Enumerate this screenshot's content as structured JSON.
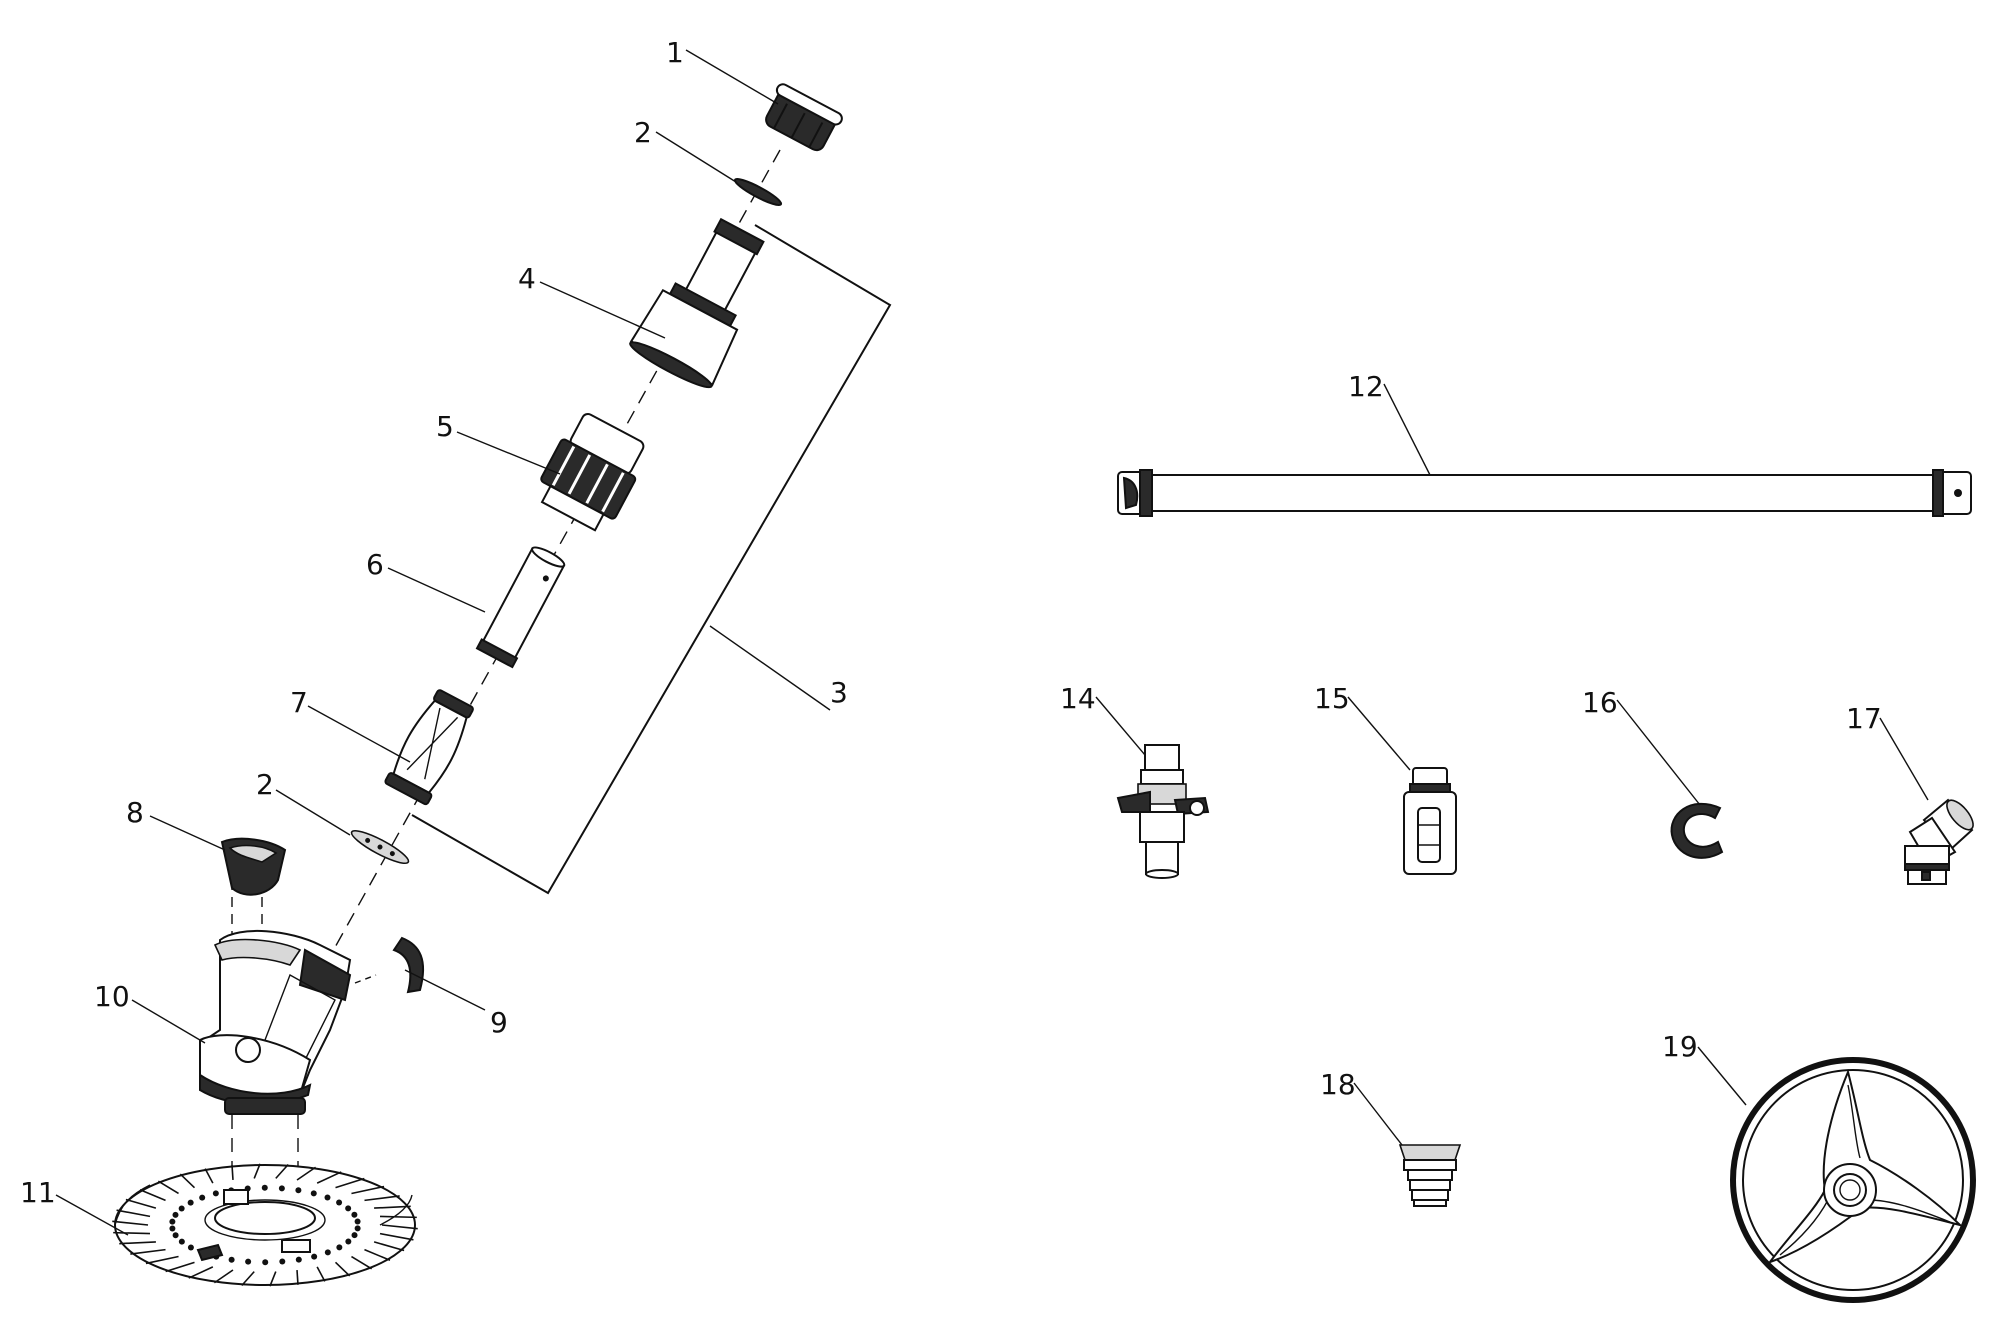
{
  "diagram": {
    "callouts": [
      {
        "id": "1",
        "label": "1"
      },
      {
        "id": "2a",
        "label": "2"
      },
      {
        "id": "2b",
        "label": "2"
      },
      {
        "id": "3",
        "label": "3"
      },
      {
        "id": "4",
        "label": "4"
      },
      {
        "id": "5",
        "label": "5"
      },
      {
        "id": "6",
        "label": "6"
      },
      {
        "id": "7",
        "label": "7"
      },
      {
        "id": "8",
        "label": "8"
      },
      {
        "id": "9",
        "label": "9"
      },
      {
        "id": "10",
        "label": "10"
      },
      {
        "id": "11",
        "label": "11"
      },
      {
        "id": "12",
        "label": "12"
      },
      {
        "id": "14",
        "label": "14"
      },
      {
        "id": "15",
        "label": "15"
      },
      {
        "id": "16",
        "label": "16"
      },
      {
        "id": "17",
        "label": "17"
      },
      {
        "id": "18",
        "label": "18"
      },
      {
        "id": "19",
        "label": "19"
      }
    ],
    "colors": {
      "line": "#111111",
      "fill_dark": "#2a2a2a",
      "fill_light": "#d8d8d8",
      "background": "#ffffff"
    }
  }
}
